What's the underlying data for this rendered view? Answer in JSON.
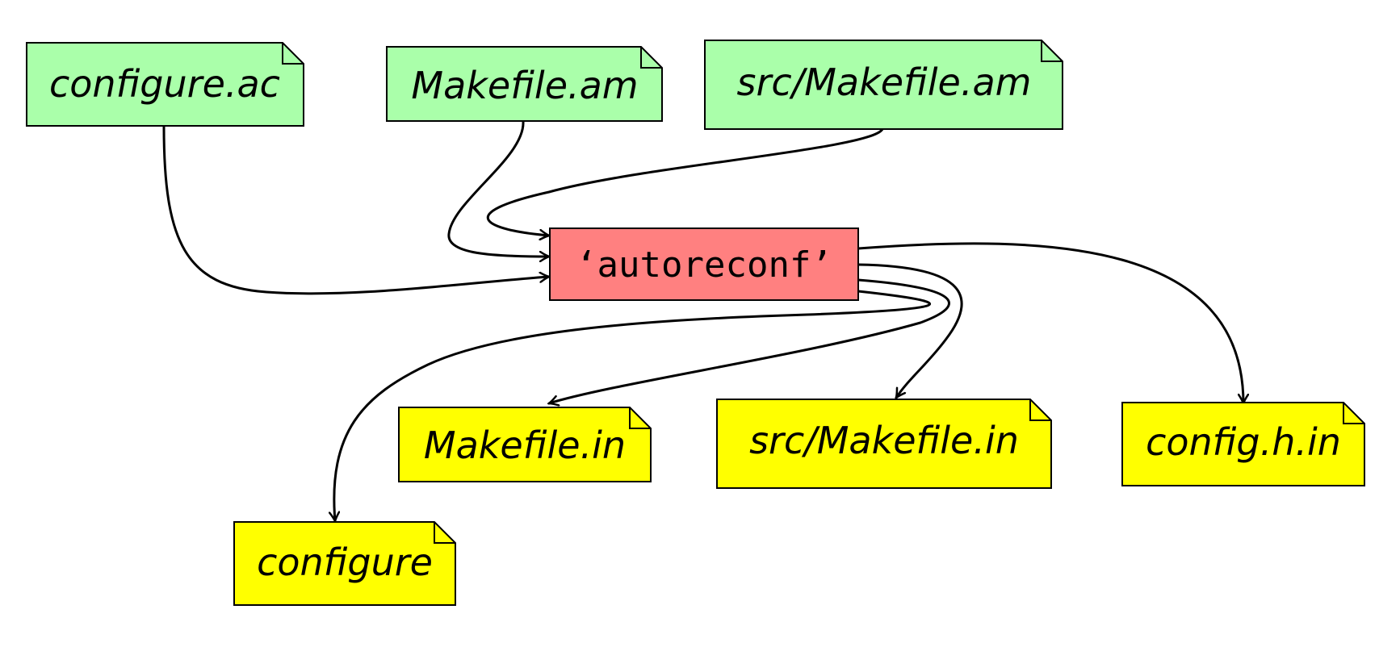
{
  "diagram": {
    "inputs": [
      {
        "id": "configure-ac",
        "label": "configure.ac"
      },
      {
        "id": "makefile-am",
        "label": "Makefile.am"
      },
      {
        "id": "src-makefile-am",
        "label": "src/Makefile.am"
      }
    ],
    "tool": {
      "id": "autoreconf",
      "label": "‘autoreconf’"
    },
    "outputs": [
      {
        "id": "configure",
        "label": "configure"
      },
      {
        "id": "makefile-in",
        "label": "Makefile.in"
      },
      {
        "id": "src-makefile-in",
        "label": "src/Makefile.in"
      },
      {
        "id": "config-h-in",
        "label": "config.h.in"
      }
    ],
    "colors": {
      "input_fill": "#aaffaa",
      "tool_fill": "#ff8080",
      "output_fill": "#ffff00",
      "stroke": "#000000"
    }
  }
}
